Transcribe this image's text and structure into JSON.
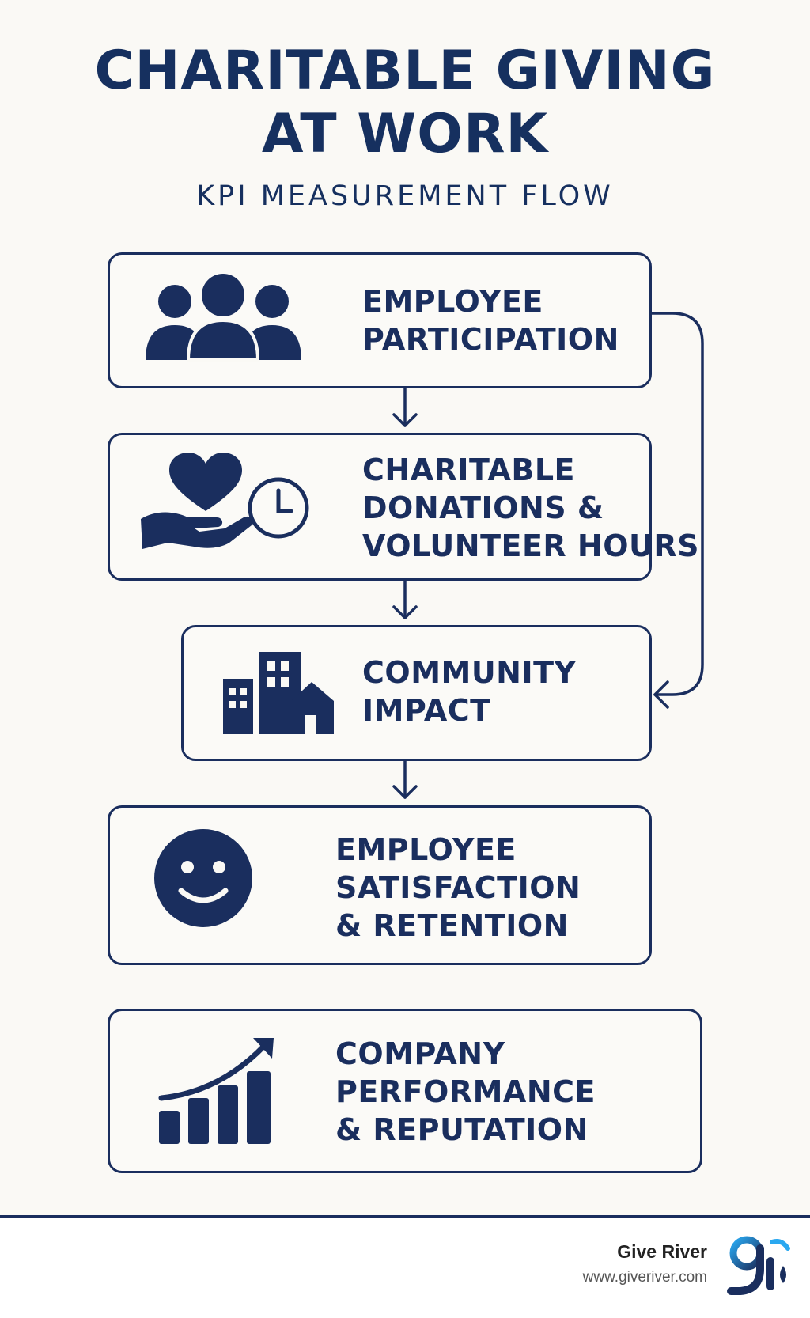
{
  "header": {
    "title_line1": "CHARITABLE GIVING",
    "title_line2": "AT WORK",
    "subtitle": "KPI MEASUREMENT FLOW"
  },
  "steps": [
    {
      "icon": "people-group-icon",
      "lines": [
        "EMPLOYEE",
        "PARTICIPATION"
      ]
    },
    {
      "icon": "heart-hand-clock-icon",
      "lines": [
        "CHARITABLE",
        "DONATIONS &",
        "VOLUNTEER HOURS"
      ]
    },
    {
      "icon": "buildings-icon",
      "lines": [
        "COMMUNITY",
        "IMPACT"
      ]
    },
    {
      "icon": "smiley-face-icon",
      "lines": [
        "EMPLOYEE",
        "SATISFACTION",
        "& RETENTION"
      ]
    },
    {
      "icon": "growth-chart-icon",
      "lines": [
        "COMPANY",
        "PERFORMANCE",
        "& REPUTATION"
      ]
    }
  ],
  "footer": {
    "brand_name": "Give River",
    "brand_url": "www.giveriver.com",
    "logo_icon": "give-river-logo-icon"
  },
  "colors": {
    "navy": "#1a2e5e",
    "background": "#faf9f5",
    "logo_blue": "#1e9be8"
  }
}
